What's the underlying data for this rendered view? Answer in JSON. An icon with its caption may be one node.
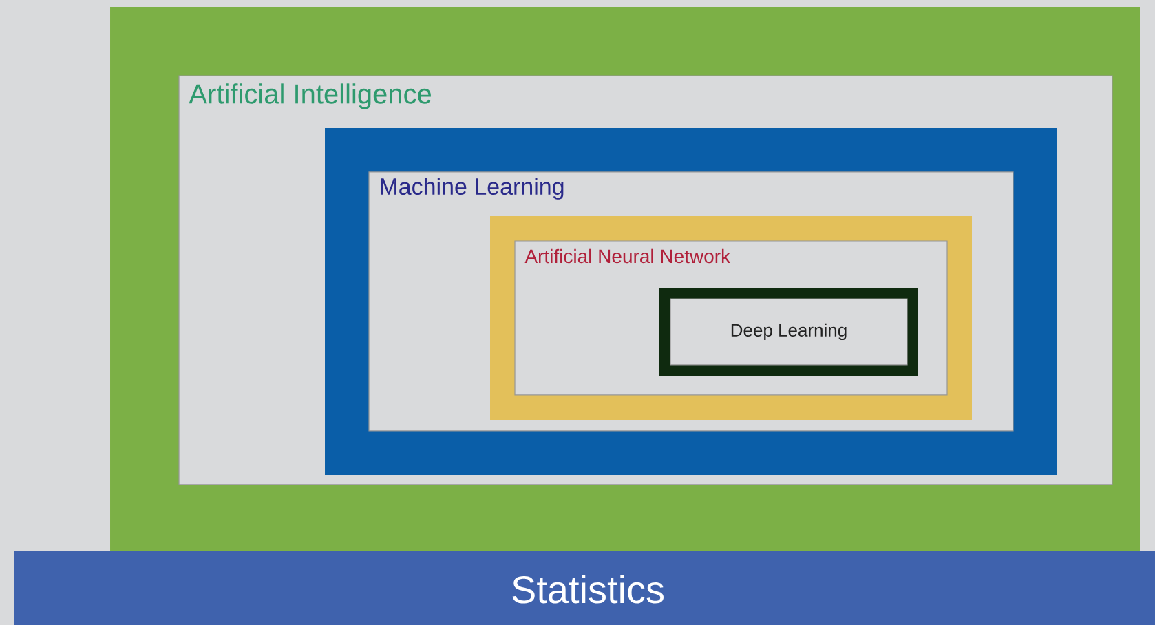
{
  "diagram": {
    "nodes": [
      {
        "text": [
          "Artificial Intelligence"
        ]
      },
      {
        "text": [
          "Machine Learning"
        ],
        "in": 0
      },
      {
        "text": [
          "Artificial Neural Network"
        ],
        "in": 1
      },
      {
        "text": [
          "Deep Learning"
        ],
        "in": 2
      },
      {
        "text": [
          "Statistics"
        ]
      }
    ]
  }
}
